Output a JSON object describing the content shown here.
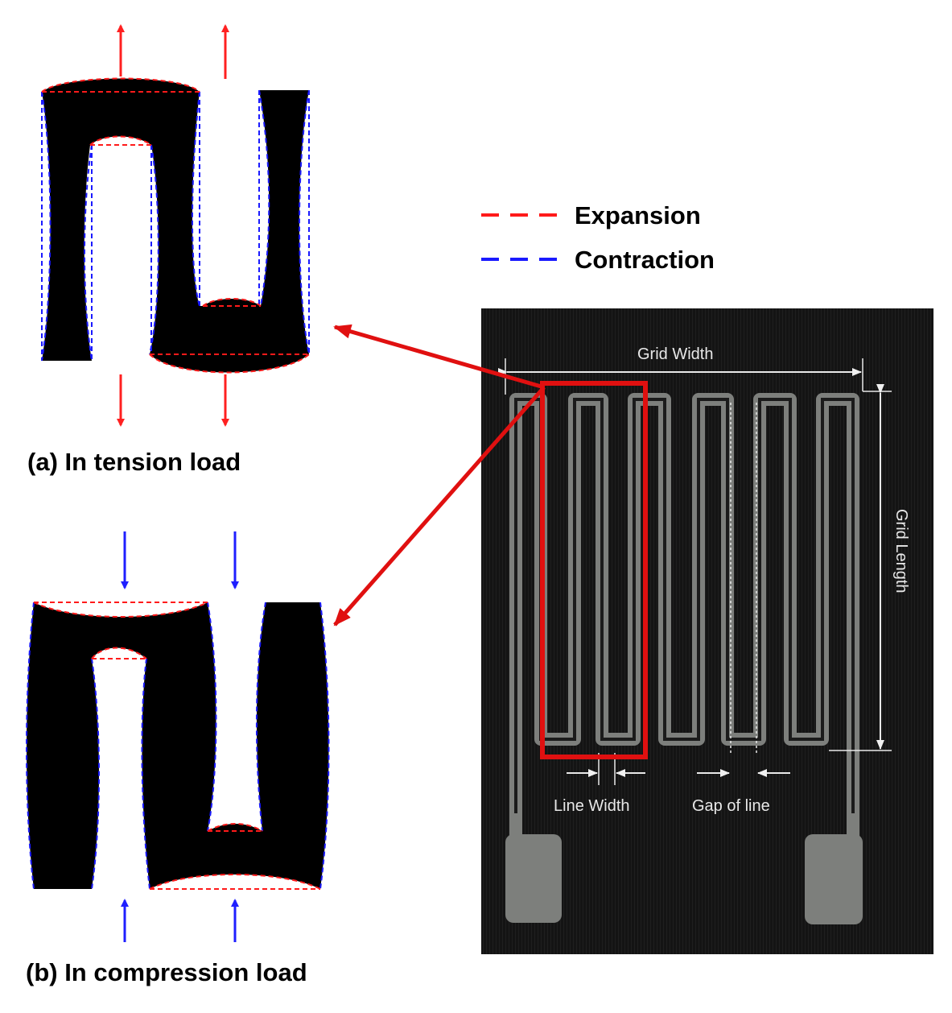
{
  "legend": {
    "expansion": "Expansion",
    "contraction": "Contraction"
  },
  "captions": {
    "a": "(a) In tension load",
    "b": "(b) In compression load"
  },
  "photo": {
    "grid_width": "Grid Width",
    "grid_length": "Grid Length",
    "line_width": "Line Width",
    "gap_of_line": "Gap of line"
  },
  "colors": {
    "expansion": "#ff1a1a",
    "contraction": "#1a1aff",
    "tension_arrow": "#ff2020",
    "compression_arrow": "#1f1fff",
    "highlight": "#e01010",
    "photo_background": "#141414",
    "trace": "#7d7f7c"
  }
}
